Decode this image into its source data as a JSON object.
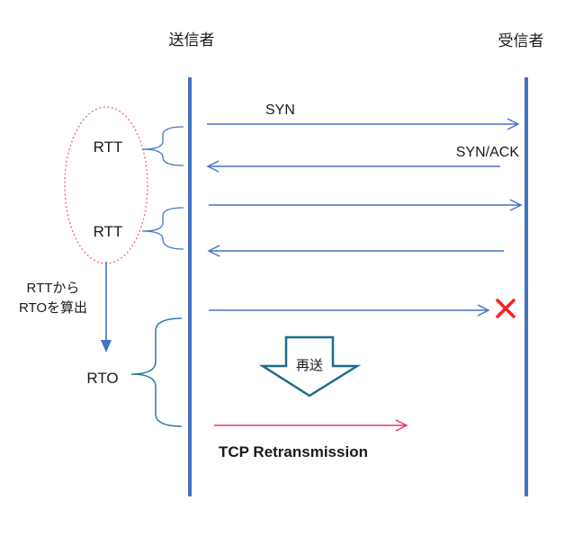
{
  "colors": {
    "lifeline_blue": "#4472C4",
    "arrow_blue": "#4472C4",
    "brace_blue": "#4472C4",
    "brace_teal": "#2E7CA0",
    "block_arrow_teal": "#1F6C8C",
    "crimson": "#E8365F",
    "x_red": "#FF2020",
    "ellipse_pink": "#E8728C",
    "text_black": "#1a1a1a"
  },
  "actors": {
    "sender": "送信者",
    "receiver": "受信者"
  },
  "messages": {
    "syn": "SYN",
    "syn_ack": "SYN/ACK"
  },
  "annotations": {
    "rtt_1": "RTT",
    "rtt_2": "RTT",
    "rto_calc_line1": "RTTから",
    "rto_calc_line2": "RTOを算出",
    "rto": "RTO",
    "resend": "再送",
    "retransmission": "TCP Retransmission"
  },
  "icons": {
    "failed_x": "✕"
  }
}
